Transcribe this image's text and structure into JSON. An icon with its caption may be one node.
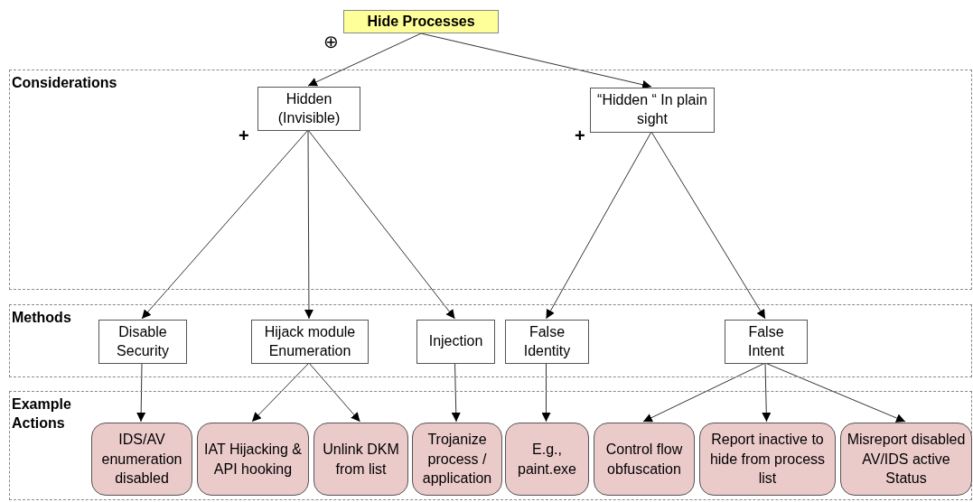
{
  "diagram": {
    "nodes": [
      {
        "text": [
          "Hide Processes"
        ]
      },
      {
        "text": [
          "Considerations"
        ]
      },
      {
        "text": [
          "Hidden (Invisible)"
        ],
        "in": 1
      },
      {
        "text": [
          "“Hidden “ In plain sight"
        ],
        "in": 1
      },
      {
        "text": [
          "Methods"
        ]
      },
      {
        "text": [
          "Disable Security"
        ],
        "in": 4
      },
      {
        "text": [
          "Hijack module Enumeration"
        ],
        "in": 4
      },
      {
        "text": [
          "Injection"
        ],
        "in": 4
      },
      {
        "text": [
          "False Identity"
        ],
        "in": 4
      },
      {
        "text": [
          "False Intent"
        ],
        "in": 4
      },
      {
        "text": [
          "Example Actions"
        ]
      },
      {
        "text": [
          "IDS/AV enumeration disabled"
        ],
        "in": 10
      },
      {
        "text": [
          "IAT Hijacking & API hooking"
        ],
        "in": 10
      },
      {
        "text": [
          "Unlink DKM from list"
        ],
        "in": 10
      },
      {
        "text": [
          "Trojanize process / application"
        ],
        "in": 10
      },
      {
        "text": [
          "E.g., paint.exe"
        ],
        "in": 10
      },
      {
        "text": [
          "Control flow obfuscation"
        ],
        "in": 10
      },
      {
        "text": [
          "Report inactive to hide from process list"
        ],
        "in": 10
      },
      {
        "text": [
          "Misreport disabled AV/IDS active Status"
        ],
        "in": 10
      }
    ],
    "edges": [
      {
        "from": 0,
        "to": 2,
        "arrow": "to"
      },
      {
        "from": 0,
        "to": 3,
        "arrow": "to"
      },
      {
        "from": 2,
        "to": 5,
        "arrow": "to"
      },
      {
        "from": 2,
        "to": 6,
        "arrow": "to"
      },
      {
        "from": 2,
        "to": 7,
        "arrow": "to"
      },
      {
        "from": 3,
        "to": 8,
        "arrow": "to"
      },
      {
        "from": 3,
        "to": 9,
        "arrow": "to"
      },
      {
        "from": 5,
        "to": 11,
        "arrow": "to"
      },
      {
        "from": 6,
        "to": 12,
        "arrow": "to"
      },
      {
        "from": 6,
        "to": 13,
        "arrow": "to"
      },
      {
        "from": 7,
        "to": 14,
        "arrow": "to"
      },
      {
        "from": 8,
        "to": 15,
        "arrow": "to"
      },
      {
        "from": 9,
        "to": 16,
        "arrow": "to"
      },
      {
        "from": 9,
        "to": 17,
        "arrow": "to"
      },
      {
        "from": 9,
        "to": 18,
        "arrow": "to"
      }
    ],
    "labels": [
      "⊕",
      "+",
      "+"
    ]
  }
}
